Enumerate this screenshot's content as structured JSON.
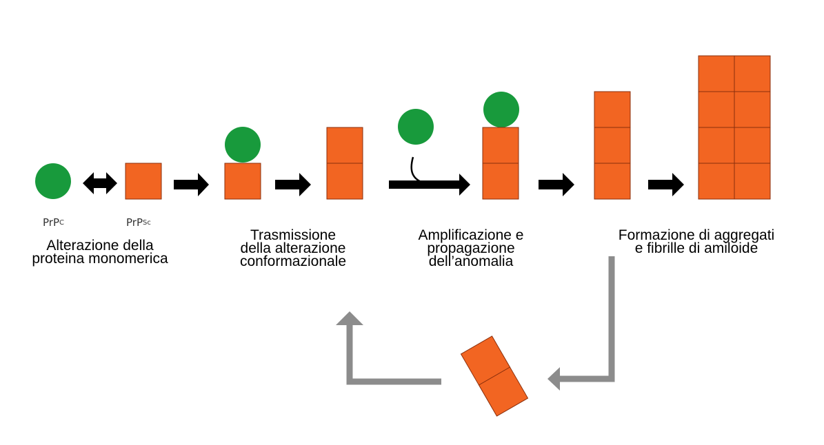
{
  "colors": {
    "protein_normal": "#189a3c",
    "protein_altered": "#f26522",
    "block_border": "#8a2f0c",
    "arrow": "#000000",
    "recycle_arrow": "#8c8c8c"
  },
  "labels": {
    "prpc": {
      "base": "PrP",
      "sup": "C"
    },
    "prpsc": {
      "base": "PrP",
      "sup": "Sc"
    },
    "step1": {
      "line1": "Alterazione della",
      "line2": "proteina monomerica"
    },
    "step2": {
      "line1": "Trasmissione",
      "line2": "della alterazione",
      "line3": "conformazionale"
    },
    "step3": {
      "line1": "Amplificazione e",
      "line2": "propagazione",
      "line3": "dell’anomalia"
    },
    "step4": {
      "line1": "Formazione di aggregati",
      "line2": "e fibrille di amiloide"
    }
  }
}
